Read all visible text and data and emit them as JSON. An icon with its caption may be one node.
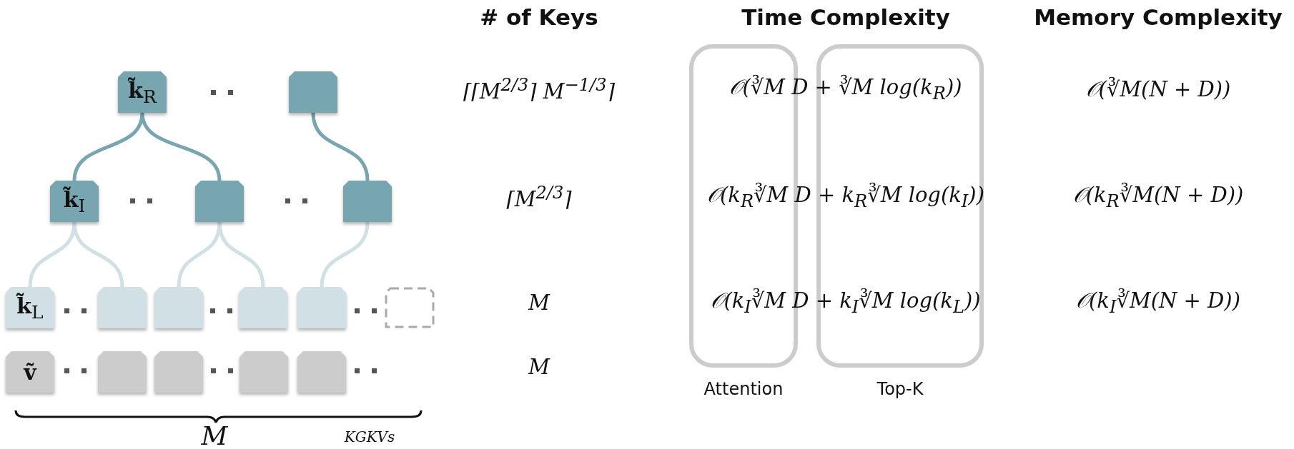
{
  "diagram": {
    "nodes": [
      {
        "text": [
          "**k̃**$_{R}$"
        ]
      },
      {
        "text": [],
        "shape": "box"
      },
      {
        "text": [
          "**k̃**$_{I}$"
        ]
      },
      {
        "text": [],
        "shape": "box"
      },
      {
        "text": [],
        "shape": "box"
      },
      {
        "text": [
          "**k̃**$_{L}$"
        ]
      },
      {
        "text": [],
        "shape": "box"
      },
      {
        "text": [],
        "shape": "box"
      },
      {
        "text": [],
        "shape": "box"
      },
      {
        "text": [],
        "shape": "box"
      },
      {
        "text": [],
        "shape": "box"
      },
      {
        "text": [
          "**ṽ**"
        ]
      },
      {
        "text": [],
        "shape": "box"
      },
      {
        "text": [],
        "shape": "box"
      },
      {
        "text": [],
        "shape": "box"
      },
      {
        "text": [],
        "shape": "box"
      },
      {
        "text": [
          "Attention"
        ]
      },
      {
        "text": [
          "Top-K"
        ]
      }
    ],
    "edges": [
      {
        "from": 0,
        "to": 2,
        "arrow": "none",
        "color": "#77a5b0"
      },
      {
        "from": 0,
        "to": 3,
        "arrow": "none",
        "color": "#77a5b0"
      },
      {
        "from": 1,
        "to": 4,
        "arrow": "none",
        "color": "#77a5b0"
      },
      {
        "from": 2,
        "to": 5,
        "arrow": "none"
      },
      {
        "from": 2,
        "to": 6,
        "arrow": "none"
      },
      {
        "from": 3,
        "to": 7,
        "arrow": "none"
      },
      {
        "from": 3,
        "to": 8,
        "arrow": "none"
      },
      {
        "from": 4,
        "to": 9,
        "arrow": "none"
      }
    ],
    "labels": [
      "# of Keys",
      "Time Complexity",
      "Memory Complexity",
      "⌈⌈M$^{2/3}$⌉ M$^{−1/3}$⌉",
      "𝒪(∛M D + ∛M log(k$_{R}$))",
      "𝒪(∛M(N + D))",
      "⌈M$^{2/3}$⌉",
      "𝒪(k$_{R}$∛M D + k$_{R}$∛M log(k$_{I}$))",
      "𝒪(k$_{R}$∛M(N + D))",
      "M",
      "𝒪(k$_{I}$∛M D + k$_{I}$∛M log(k$_{L}$))",
      "𝒪(k$_{I}$∛M(N + D))",
      "M",
      "M",
      "KGKVs"
    ]
  }
}
